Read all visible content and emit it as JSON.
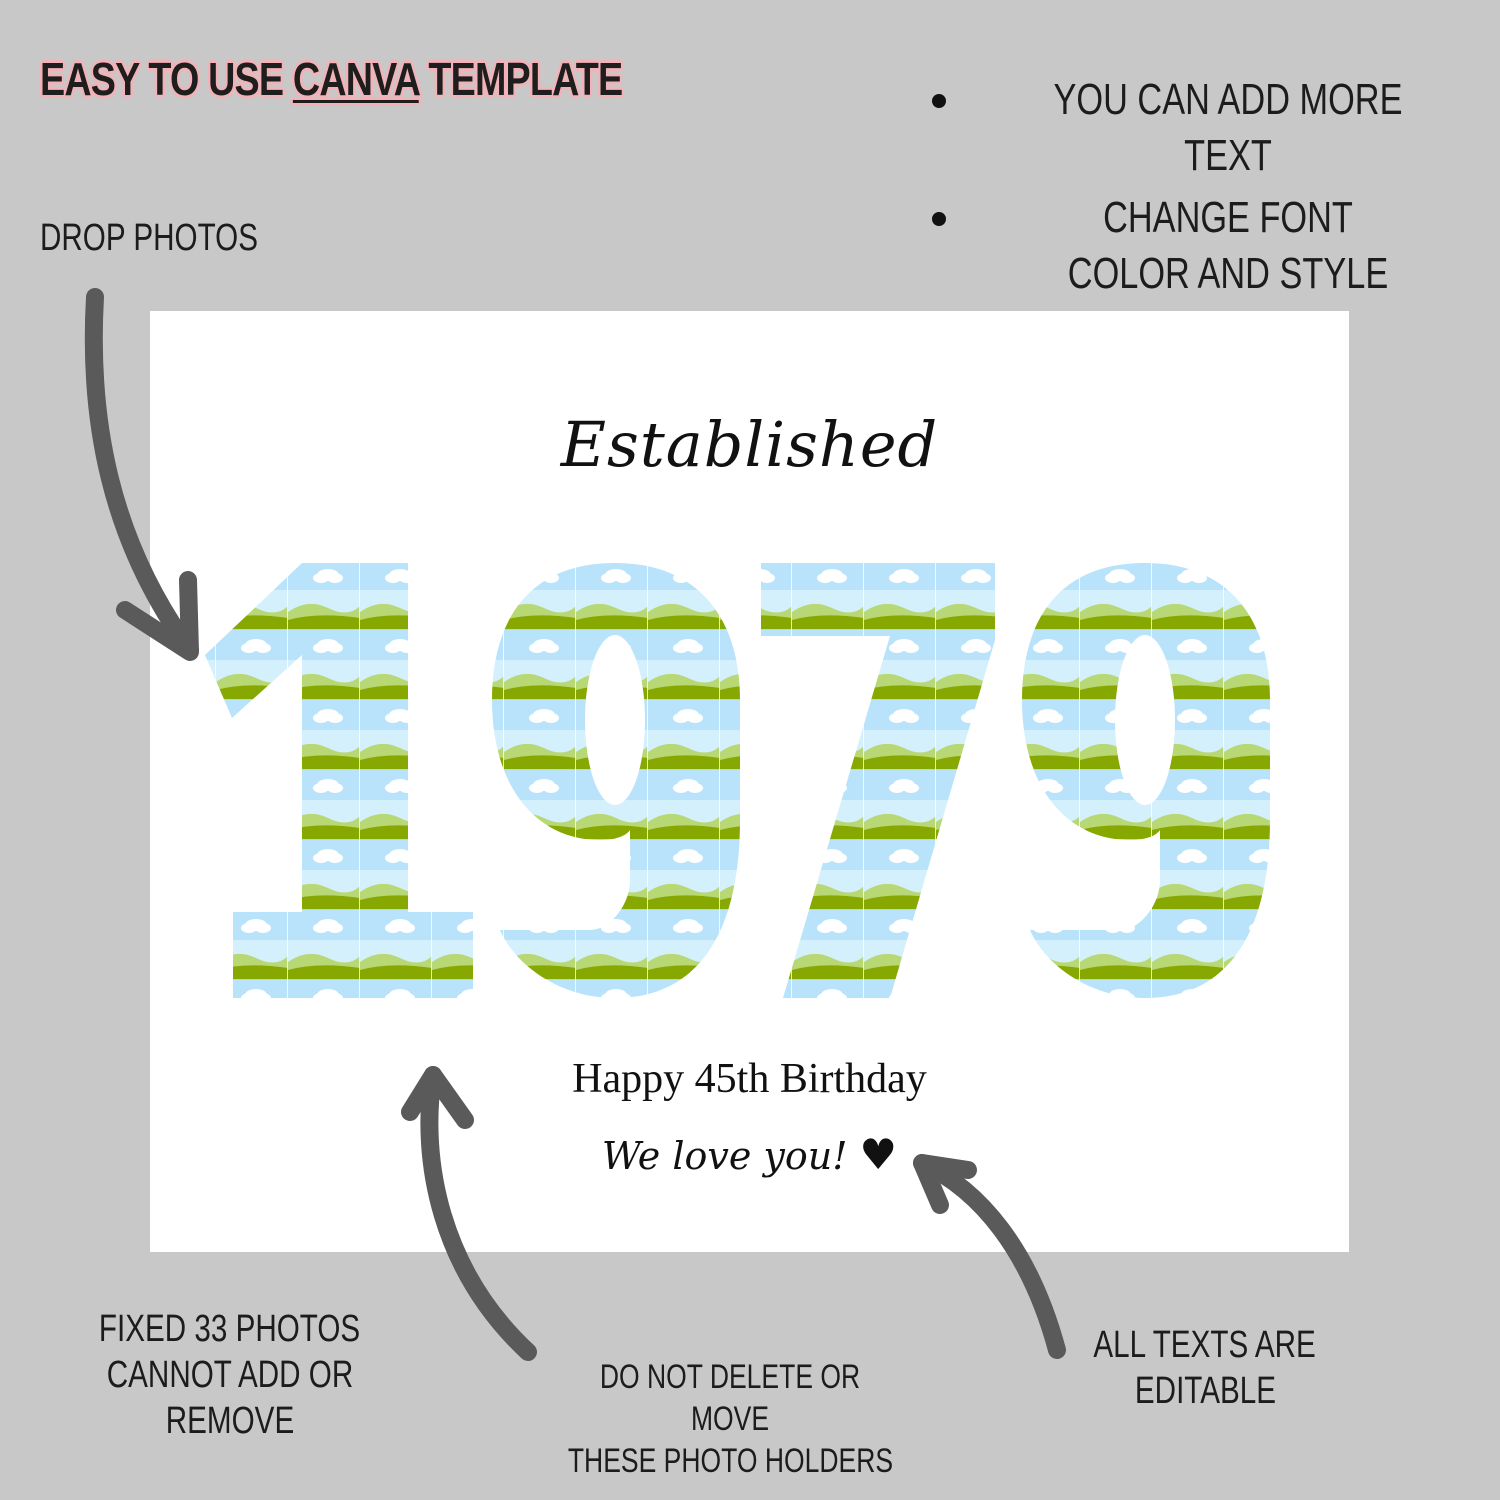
{
  "headline": {
    "prefix": "EASY TO USE ",
    "brand": "CANVA",
    "suffix": " TEMPLATE"
  },
  "features": [
    "YOU CAN ADD MORE TEXT",
    "CHANGE FONT COLOR AND STYLE"
  ],
  "notes": {
    "drop_photos": "DROP PHOTOS",
    "fixed_photos_line1": "FIXED 33 PHOTOS",
    "fixed_photos_line2": "CANNOT ADD OR REMOVE",
    "do_not_delete_line1": "DO NOT DELETE OR MOVE",
    "do_not_delete_line2": "THESE PHOTO HOLDERS",
    "editable_line1": "ALL TEXTS ARE",
    "editable_line2": "EDITABLE"
  },
  "card": {
    "established": "Established",
    "year": "1979",
    "birthday": "Happy 45th Birthday",
    "love": "We love you!",
    "heart_icon": "heart-icon"
  },
  "colors": {
    "background": "#c8c8c8",
    "card": "#ffffff",
    "sky": "#cfeefc",
    "grass_dark": "#86a800",
    "grass_light": "#b8d875",
    "arrow": "#5a5a5a",
    "highlight": "#f2b3b8"
  }
}
